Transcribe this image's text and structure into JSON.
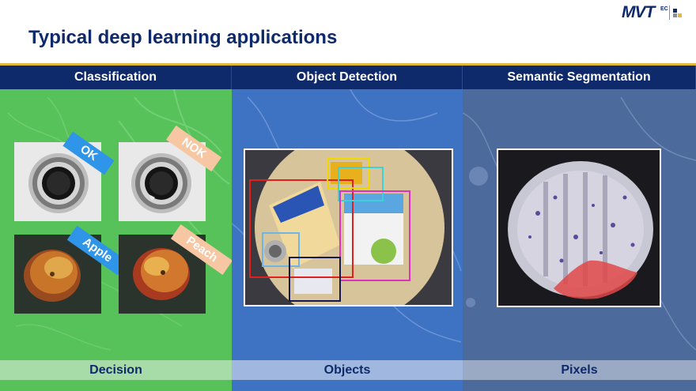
{
  "slide": {
    "title": "Typical deep learning applications"
  },
  "logo": {
    "brand": "MVT",
    "suffix": "EC"
  },
  "columns": [
    {
      "header": "Classification",
      "footer": "Decision",
      "tags": [
        "OK",
        "NOK",
        "Apple",
        "Peach"
      ]
    },
    {
      "header": "Object Detection",
      "footer": "Objects"
    },
    {
      "header": "Semantic Segmentation",
      "footer": "Pixels"
    }
  ],
  "colors": {
    "title": "#0f2a6b",
    "header_bar": "#0f2a6b",
    "accent_rule": "#e0b93a",
    "classification_bg": "#58c25a",
    "detection_bg": "#3e73c4",
    "segmentation_bg": "#4d6a9c"
  }
}
